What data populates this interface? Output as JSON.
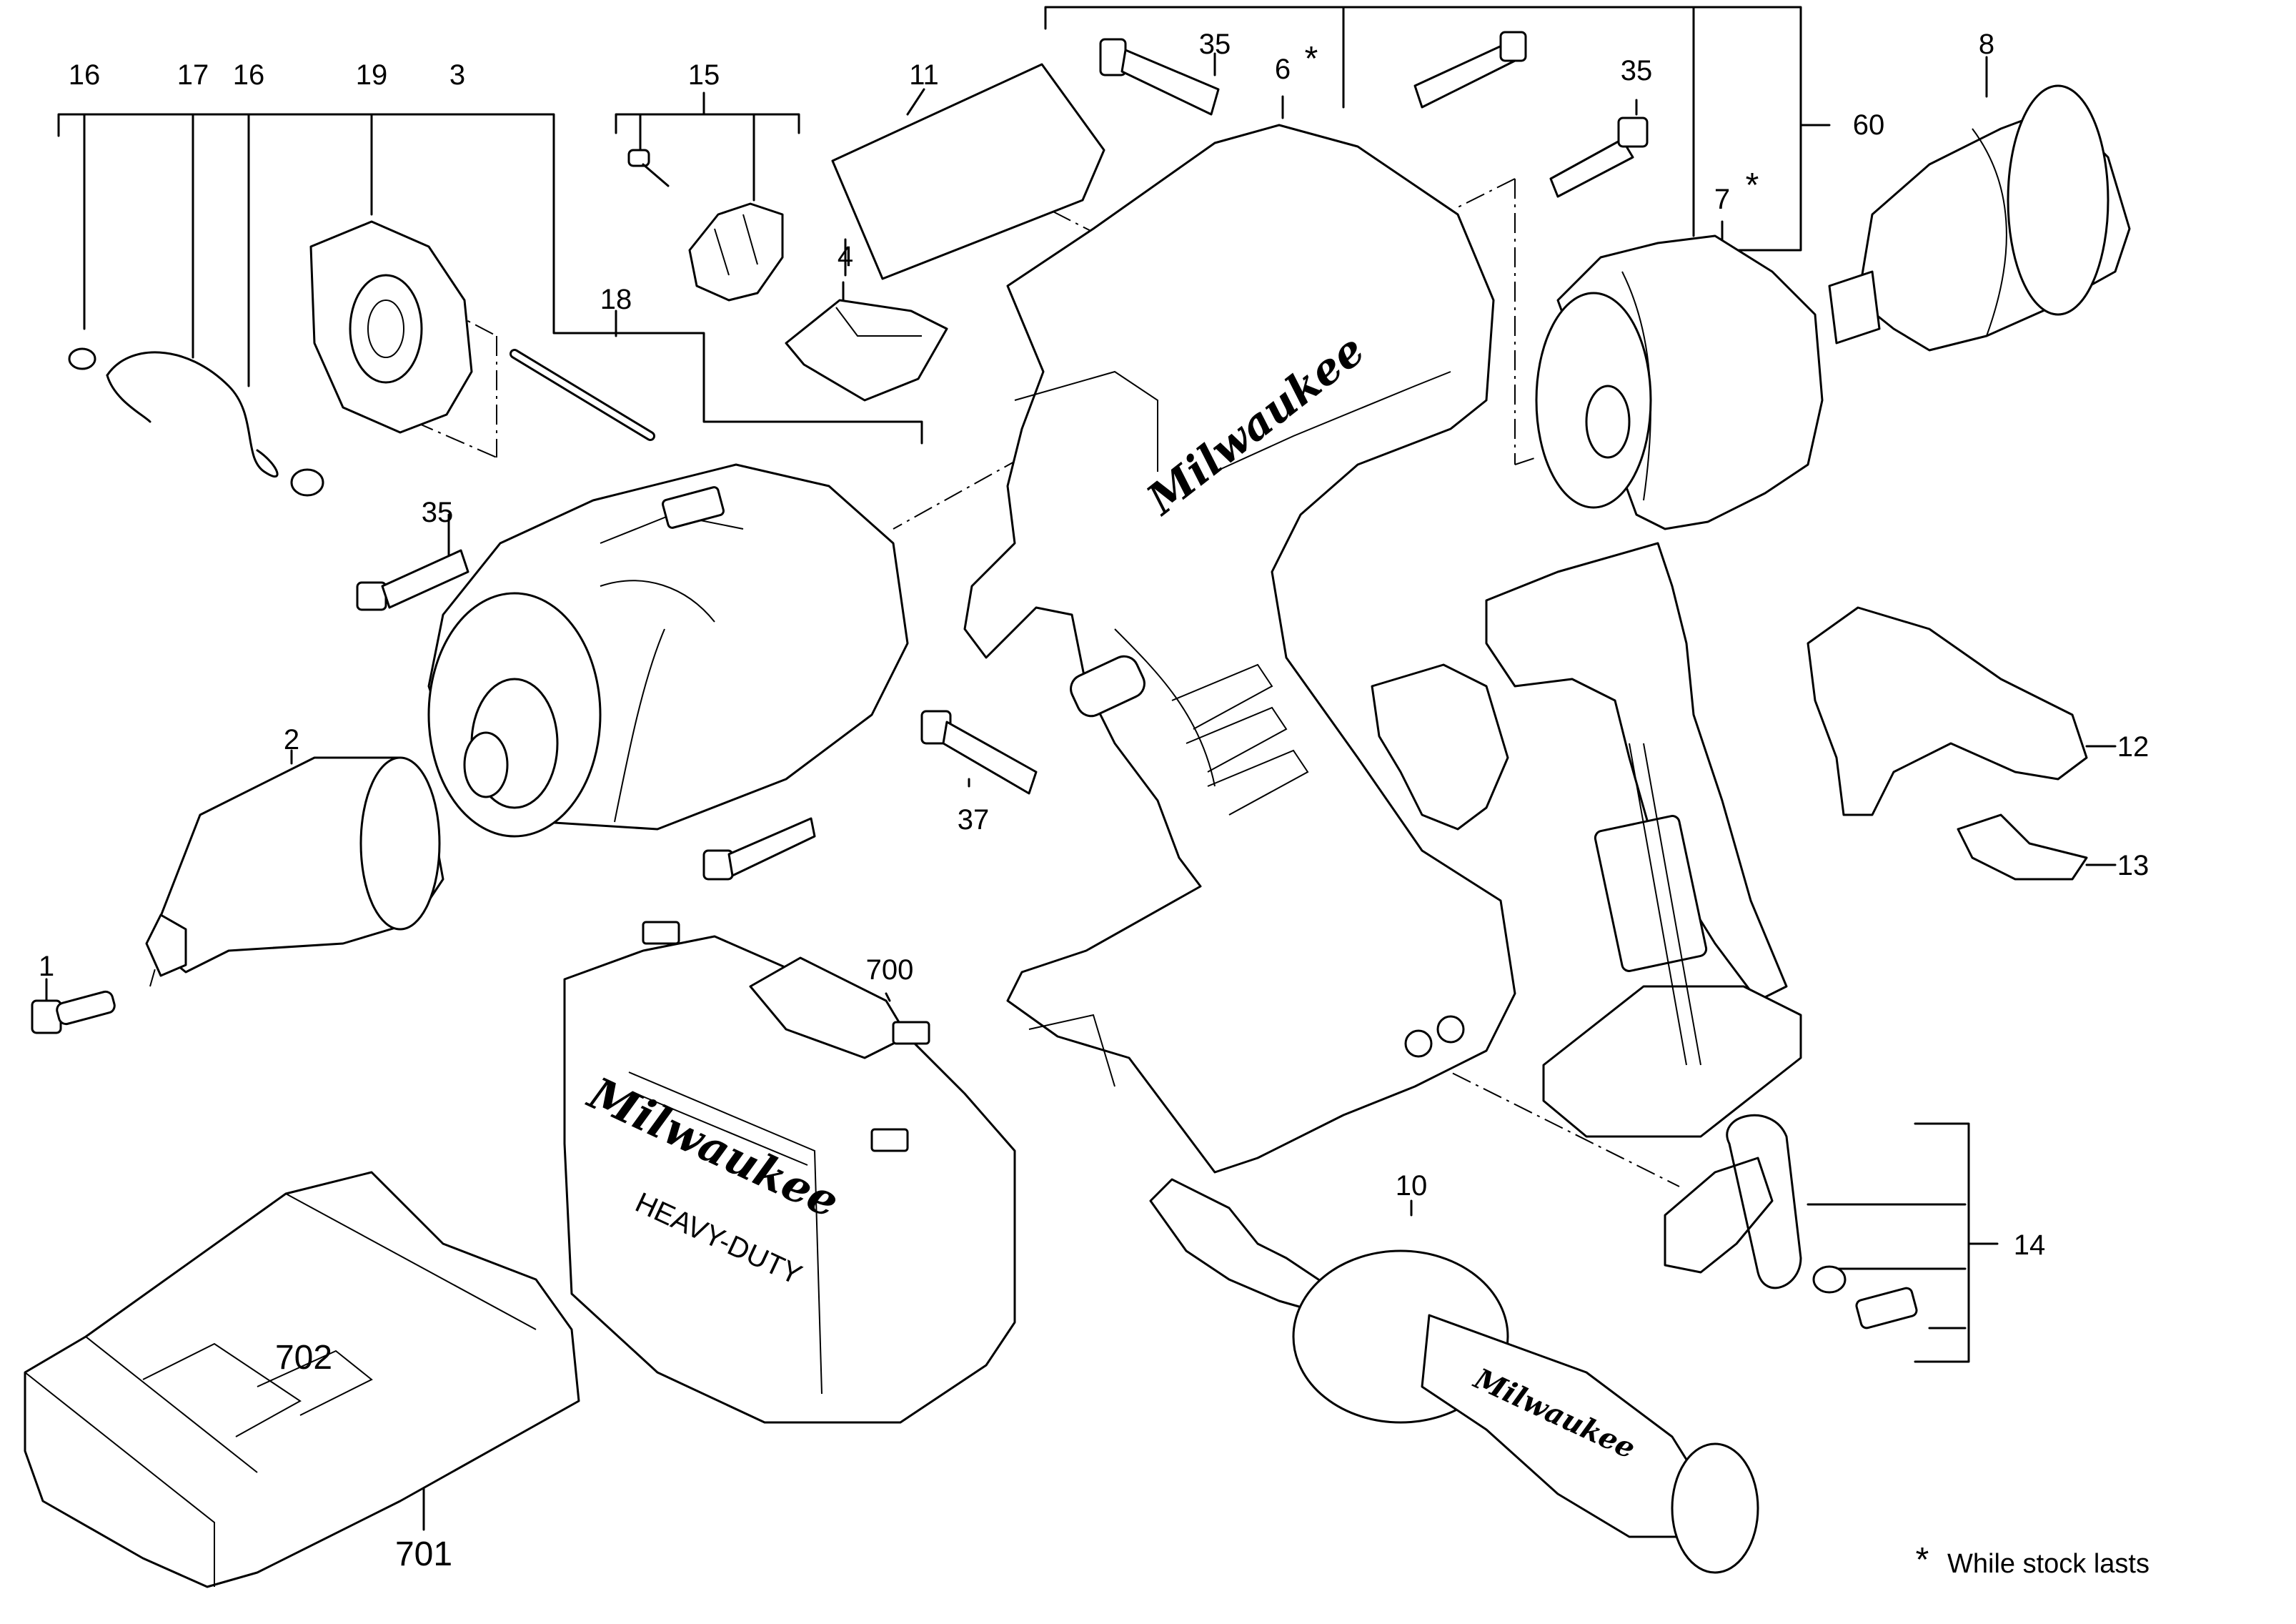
{
  "labels": {
    "p16a": "16",
    "p17": "17",
    "p16b": "16",
    "p19": "19",
    "p3": "3",
    "p15": "15",
    "p11": "11",
    "p35a": "35",
    "p6": "6",
    "p35b": "35",
    "p60": "60",
    "p8": "8",
    "p7": "7",
    "p18": "18",
    "p4": "4",
    "p35c": "35",
    "p2": "2",
    "p37": "37",
    "p12": "12",
    "p13": "13",
    "p1": "1",
    "p700": "700",
    "p10": "10",
    "p14": "14",
    "p702": "702",
    "p701": "701"
  },
  "stars": {
    "s6": "*",
    "s7": "*"
  },
  "brand": {
    "housing": "Milwaukee",
    "case": "Milwaukee",
    "case_sub": "HEAVY-DUTY",
    "handle": "Milwaukee"
  },
  "footnote": {
    "star": "*",
    "text": "While stock lasts"
  }
}
